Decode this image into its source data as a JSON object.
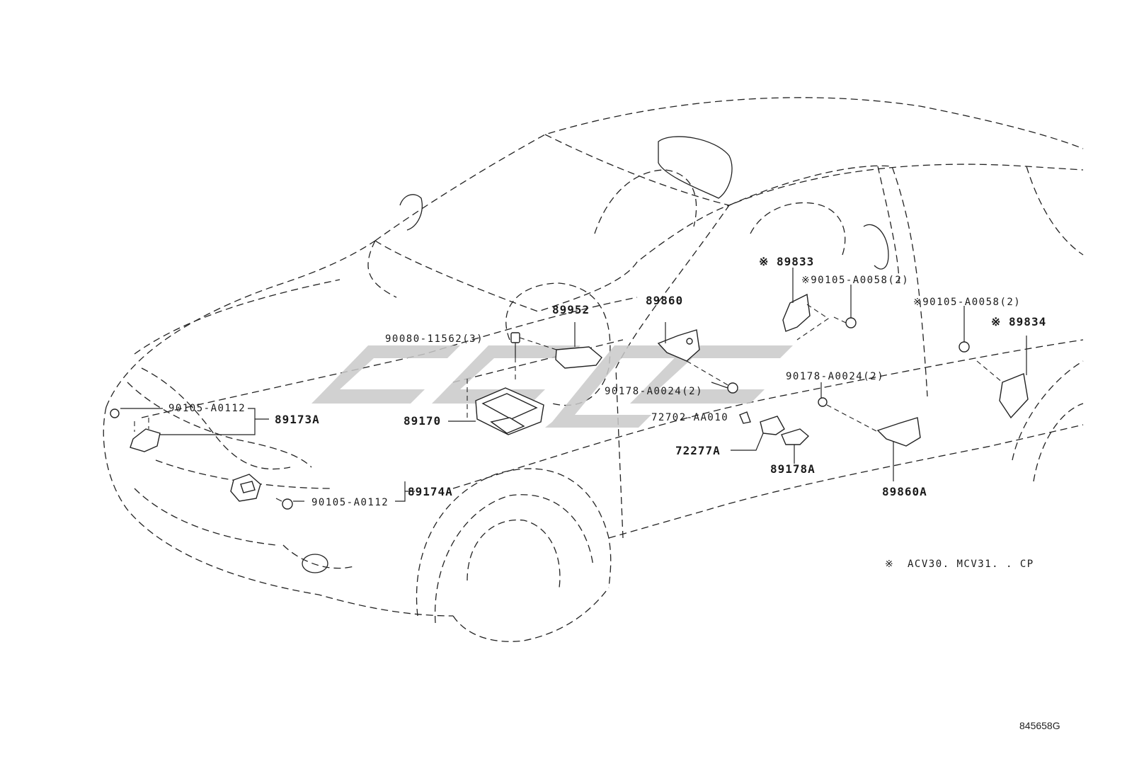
{
  "diagram_code": "845658G",
  "footnote": {
    "mark": "※",
    "text": "ACV30. MCV31. . CP"
  },
  "labels": {
    "p89952": "89952",
    "p89860": "89860",
    "p89833": "※ 89833",
    "p90105_a0058_1": "※90105-A0058(2)",
    "p90105_a0058_2": "※90105-A0058(2)",
    "p89834": "※ 89834",
    "p90080_11562": "90080-11562(3)",
    "p90105_a0112_top": "90105-A0112",
    "p89173a": "89173A",
    "p89170": "89170",
    "p90178_a0024_left": "90178-A0024(2)",
    "p90178_a0024_right": "90178-A0024(2)",
    "p72702_aa010": "72702-AA010",
    "p72277a": "72277A",
    "p89178a": "89178A",
    "p89860a": "89860A",
    "p89174a": "89174A",
    "p90105_a0112_bottom": "90105-A0112"
  },
  "colors": {
    "line": "#222222",
    "watermark": "#c9c9c9",
    "background": "#ffffff"
  }
}
